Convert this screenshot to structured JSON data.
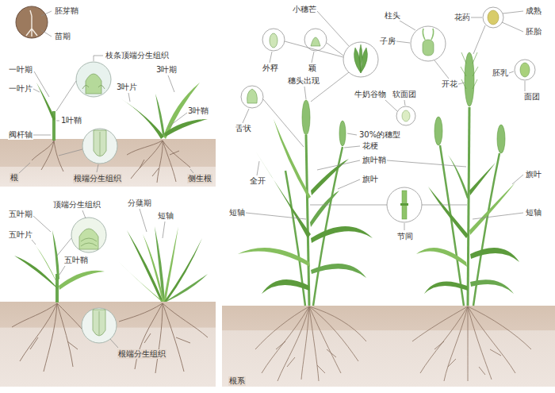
{
  "diagram": {
    "labels": [
      "胚芽鞘",
      "苗期",
      "一叶期",
      "一叶片",
      "1叶鞘",
      "枝条顶端分生组织",
      "3叶期",
      "3叶片",
      "3叶鞘",
      "阀杆轴",
      "根",
      "根端分生组织",
      "侧生根",
      "五叶期",
      "五叶片",
      "五叶鞘",
      "顶端分生组织",
      "分蘖期",
      "短轴",
      "根端分生组织",
      "小穗芒",
      "外稃",
      "颖",
      "柱头",
      "子房",
      "开花",
      "花药",
      "成熟",
      "胚胎",
      "胚乳",
      "面团",
      "穗头出现",
      "牛奶谷物",
      "软面团",
      "舌状",
      "30%的穗型",
      "花梗",
      "旗叶鞘",
      "全开",
      "旗叶",
      "旗叶",
      "短轴",
      "节间",
      "短轴",
      "根系"
    ]
  }
}
